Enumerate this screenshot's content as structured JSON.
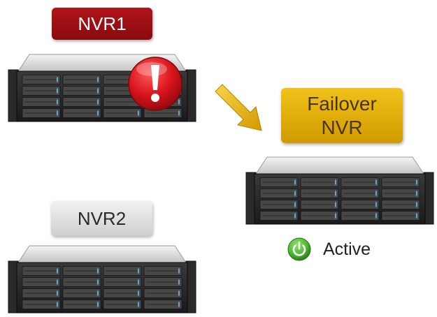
{
  "nvr1": {
    "label": "NVR1",
    "status_icon": "alert-exclamation-icon"
  },
  "failover": {
    "line1": "Failover",
    "line2": "NVR"
  },
  "nvr2": {
    "label": "NVR2"
  },
  "status": {
    "label": "Active",
    "icon": "power-icon"
  },
  "colors": {
    "nvr1_label": "#a01016",
    "failover_label": "#e6b00d",
    "nvr2_label": "#e0e0e0",
    "alert": "#d8141c",
    "arrow": "#e8b510",
    "active": "#4cb82e"
  }
}
